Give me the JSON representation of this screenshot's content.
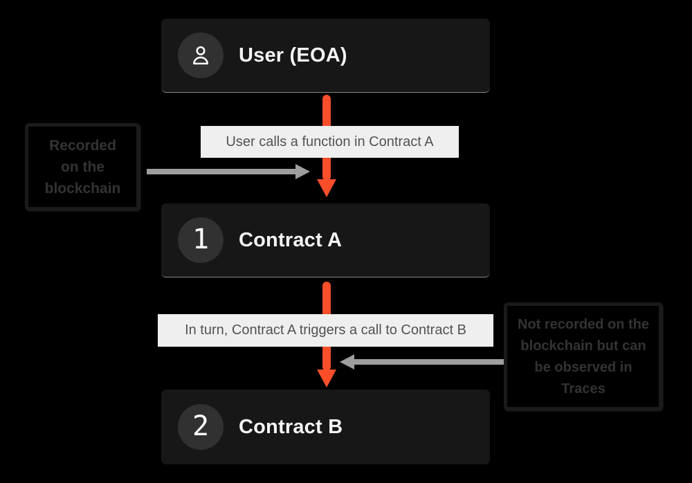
{
  "nodes": {
    "user": {
      "label": "User (EOA)"
    },
    "contract_a": {
      "label": "Contract A",
      "number": "1"
    },
    "contract_b": {
      "label": "Contract B",
      "number": "2"
    }
  },
  "flow_labels": {
    "call1": "User calls a function in Contract A",
    "call2": "In turn, Contract A triggers a call to Contract B"
  },
  "annotations": {
    "left": {
      "lines": [
        "Recorded",
        "on the",
        "blockchain"
      ]
    },
    "right": {
      "lines": [
        "Not recorded on the",
        "blockchain but can",
        "be observed in",
        "Traces"
      ]
    }
  },
  "colors": {
    "background": "#000000",
    "node_bg": "#171717",
    "node_text": "#f5f5f5",
    "badge_bg": "#313131",
    "arrow_red": "#fa4e2b",
    "arrow_gray": "#9e9e9e",
    "flow_label_bg": "#efefef",
    "flow_label_text": "#525252",
    "annotation_text": "#333333",
    "annotation_border": "#1a1a1a"
  }
}
